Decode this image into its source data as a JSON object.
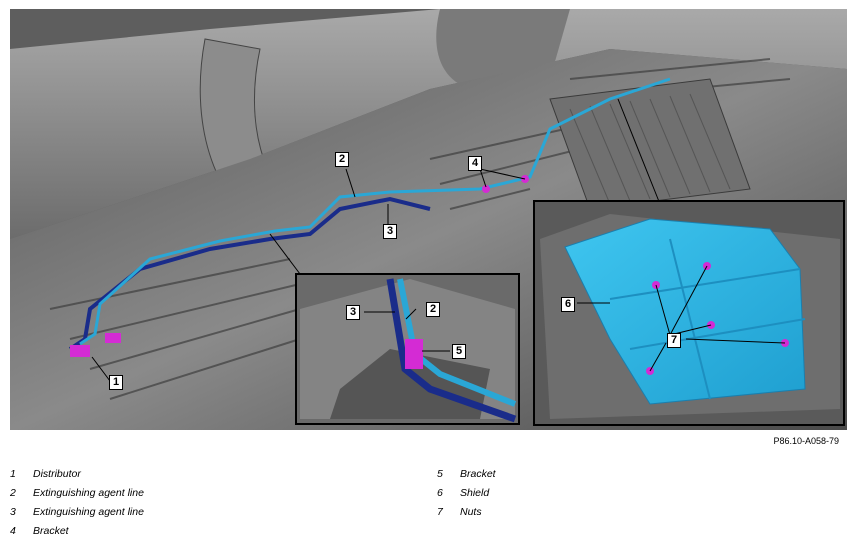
{
  "figure_id": "P86.10-A058-79",
  "callouts": {
    "c1": "1",
    "c2": "2",
    "c3": "3",
    "c4": "4",
    "c2b": "2",
    "c3b": "3",
    "c5": "5",
    "c6": "6",
    "c7": "7"
  },
  "legend": [
    {
      "number": "1",
      "label": "Distributor"
    },
    {
      "number": "2",
      "label": "Extinguishing agent line"
    },
    {
      "number": "3",
      "label": "Extinguishing agent line"
    },
    {
      "number": "4",
      "label": "Bracket"
    },
    {
      "number": "5",
      "label": "Bracket"
    },
    {
      "number": "6",
      "label": "Shield"
    },
    {
      "number": "7",
      "label": "Nuts"
    }
  ],
  "colors": {
    "line_light_blue": "#2aa7d6",
    "line_dark_blue": "#1a2c8a",
    "bracket_magenta": "#d42bd4",
    "shield_cyan": "#27b8e8",
    "background_grey": "#6f6f6f"
  }
}
